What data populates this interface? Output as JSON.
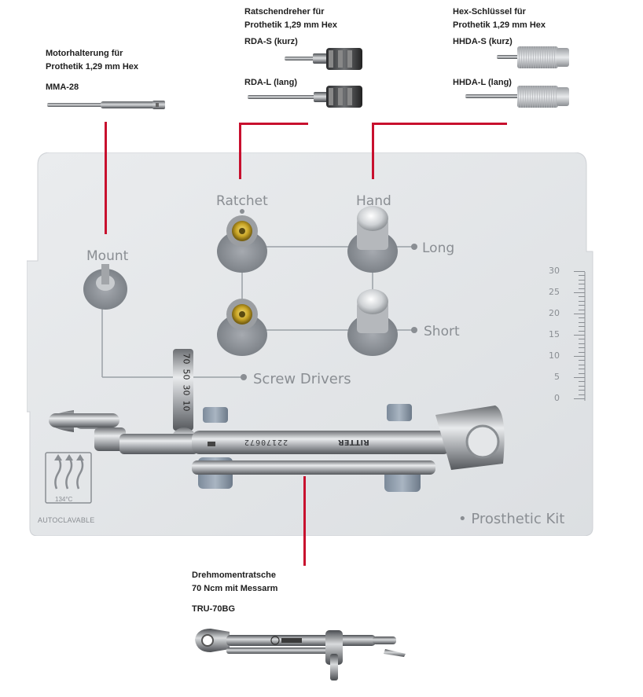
{
  "products": {
    "motor_mount": {
      "line1": "Motorhalterung für",
      "line2": "Prothetik 1,29 mm Hex",
      "code": "MMA-28"
    },
    "ratchet_driver": {
      "line1": "Ratschendreher für",
      "line2": "Prothetik 1,29 mm Hex",
      "short_code": "RDA-S (kurz)",
      "long_code": "RDA-L (lang)"
    },
    "hex_key": {
      "line1": "Hex-Schlüssel für",
      "line2": "Prothetik 1,29 mm Hex",
      "short_code": "HHDA-S (kurz)",
      "long_code": "HHDA-L (lang)"
    },
    "torque_ratchet": {
      "line1": "Drehmomentratsche",
      "line2": "70 Ncm mit Messarm",
      "code": "TRU-70BG"
    }
  },
  "tray": {
    "mount": "Mount",
    "ratchet": "Ratchet",
    "hand": "Hand",
    "long": "Long",
    "short": "Short",
    "screw_drivers": "Screw Drivers",
    "kit_name": "Prosthetic Kit",
    "autoclavable": "AUTOCLAVABLE",
    "temperature": "134°C",
    "ruler_ticks": [
      "30",
      "25",
      "20",
      "15",
      "10",
      "5",
      "0"
    ],
    "gauge_ticks": [
      "70",
      "50",
      "30",
      "10"
    ],
    "engraving_serial": "22170672",
    "brand": "RITTER"
  },
  "colors": {
    "accent_line": "#c8102e",
    "tray": "#e4e6e8",
    "label_grey": "#8a8e93"
  }
}
